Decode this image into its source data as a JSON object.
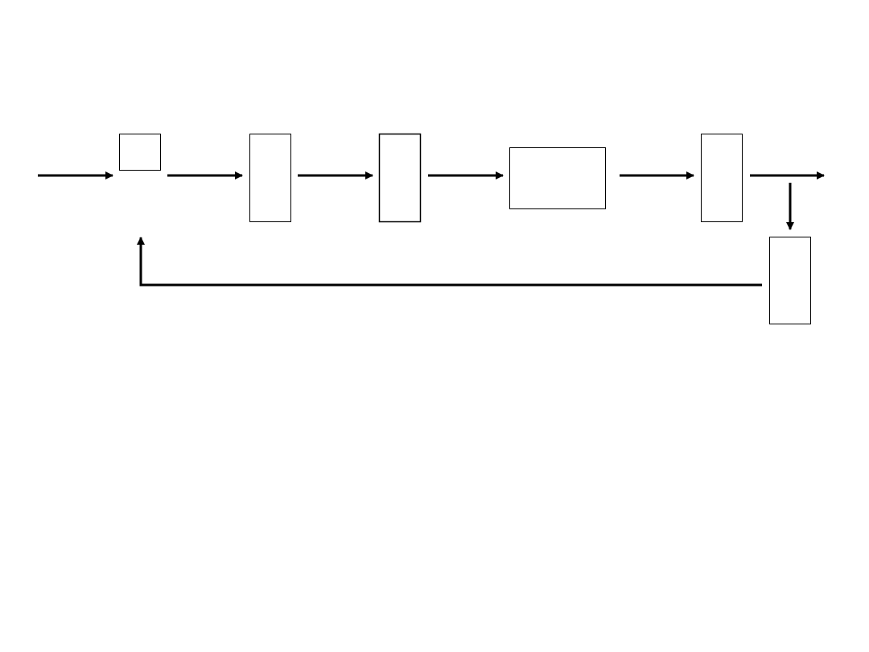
{
  "diagram": {
    "type": "block-diagram",
    "stroke_color": "#000000",
    "fill_color": "#ffffff",
    "blocks": [
      {
        "id": "summing-junction",
        "label": ""
      },
      {
        "id": "block-2",
        "label": ""
      },
      {
        "id": "block-3",
        "label": ""
      },
      {
        "id": "block-4",
        "label": ""
      },
      {
        "id": "block-5",
        "label": ""
      },
      {
        "id": "feedback-block",
        "label": ""
      }
    ],
    "connections": [
      {
        "from": "input",
        "to": "summing-junction"
      },
      {
        "from": "summing-junction",
        "to": "block-2"
      },
      {
        "from": "block-2",
        "to": "block-3"
      },
      {
        "from": "block-3",
        "to": "block-4"
      },
      {
        "from": "block-4",
        "to": "block-5"
      },
      {
        "from": "block-5",
        "to": "output"
      },
      {
        "from": "output",
        "to": "feedback-block"
      },
      {
        "from": "feedback-block",
        "to": "summing-junction"
      }
    ]
  }
}
